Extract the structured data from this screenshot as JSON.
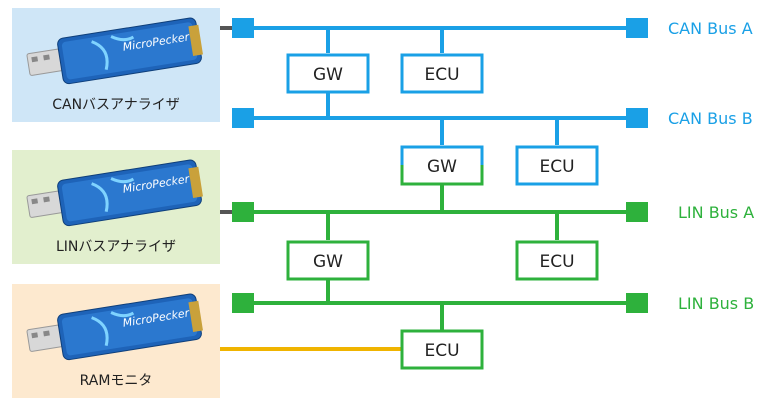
{
  "colors": {
    "can": "#1aa0e6",
    "lin": "#2eb13c",
    "ram": "#f0b400",
    "connector": "#555555",
    "panel_can": "#cfe6f7",
    "panel_lin": "#e2efce",
    "panel_ram": "#fde9cf"
  },
  "tools": [
    {
      "label": "CANバスアナライザ",
      "bus": "can"
    },
    {
      "label": "LINバスアナライザ",
      "bus": "lin"
    },
    {
      "label": "RAMモニタ",
      "bus": "ram"
    }
  ],
  "device_brand": "MicroPecker",
  "buses": [
    {
      "label": "CAN Bus A",
      "type": "can"
    },
    {
      "label": "CAN Bus B",
      "type": "can"
    },
    {
      "label": "LIN Bus A",
      "type": "lin"
    },
    {
      "label": "LIN Bus B",
      "type": "lin"
    }
  ],
  "nodes": [
    {
      "label": "GW",
      "type": "can"
    },
    {
      "label": "ECU",
      "type": "can"
    },
    {
      "label": "GW",
      "type": "mixed"
    },
    {
      "label": "ECU",
      "type": "can"
    },
    {
      "label": "GW",
      "type": "lin"
    },
    {
      "label": "ECU",
      "type": "lin"
    },
    {
      "label": "ECU",
      "type": "lin"
    }
  ]
}
